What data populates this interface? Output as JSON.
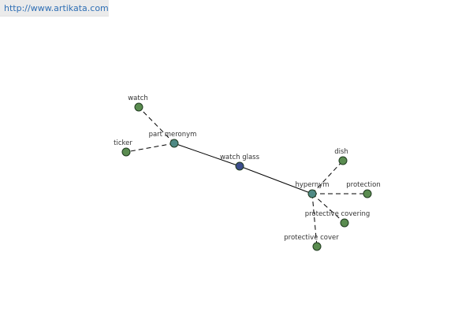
{
  "header": {
    "url_text": "http://www.artikata.com"
  },
  "colors": {
    "leaf_node": "#5a8c50",
    "relation_node": "#4f8a85",
    "center_node": "#3c4d8c",
    "edge": "#000000",
    "link": "#2f6fb5"
  },
  "graph": {
    "nodes": [
      {
        "id": "watch-glass",
        "label": "watch glass",
        "kind": "center"
      },
      {
        "id": "part-meronym",
        "label": "part meronym",
        "kind": "relation"
      },
      {
        "id": "hypernym",
        "label": "hypernym",
        "kind": "relation"
      },
      {
        "id": "watch",
        "label": "watch",
        "kind": "leaf"
      },
      {
        "id": "ticker",
        "label": "ticker",
        "kind": "leaf"
      },
      {
        "id": "dish",
        "label": "dish",
        "kind": "leaf"
      },
      {
        "id": "protection",
        "label": "protection",
        "kind": "leaf"
      },
      {
        "id": "protective-covering",
        "label": "protective covering",
        "kind": "leaf"
      },
      {
        "id": "protective-cover",
        "label": "protective cover",
        "kind": "leaf"
      }
    ],
    "edges": [
      {
        "from": "watch-glass",
        "to": "part-meronym",
        "style": "solid"
      },
      {
        "from": "watch-glass",
        "to": "hypernym",
        "style": "solid"
      },
      {
        "from": "part-meronym",
        "to": "watch",
        "style": "dashed"
      },
      {
        "from": "part-meronym",
        "to": "ticker",
        "style": "dashed"
      },
      {
        "from": "hypernym",
        "to": "dish",
        "style": "dashed"
      },
      {
        "from": "hypernym",
        "to": "protection",
        "style": "dashed"
      },
      {
        "from": "hypernym",
        "to": "protective-covering",
        "style": "dashed"
      },
      {
        "from": "hypernym",
        "to": "protective-cover",
        "style": "dashed"
      }
    ]
  }
}
